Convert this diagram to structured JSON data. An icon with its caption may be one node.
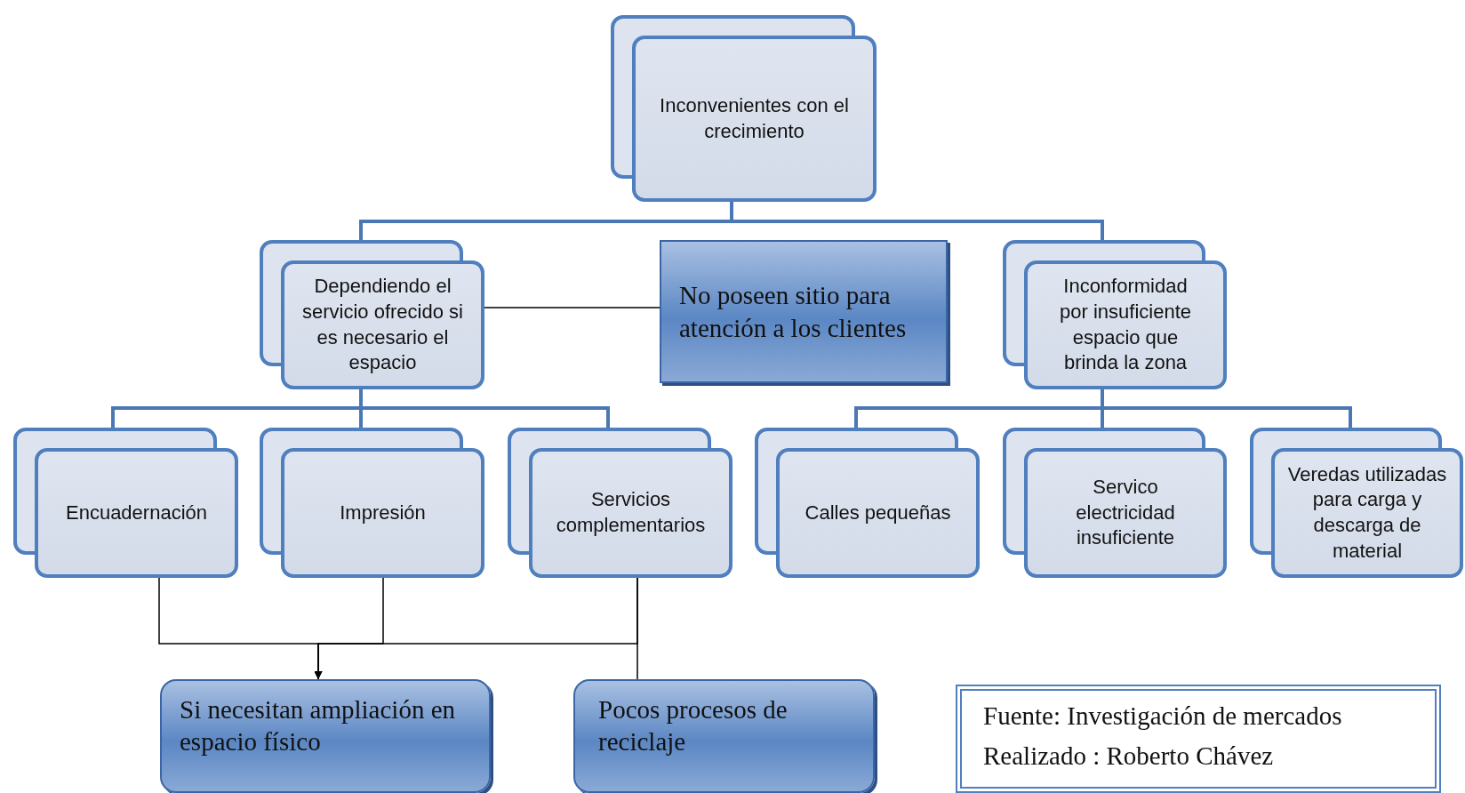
{
  "diagram": {
    "nodes": [
      {
        "text": [
          "Inconvenientes con el crecimiento"
        ]
      },
      {
        "text": [
          "Dependiendo el servicio ofrecido si es necesario el espacio"
        ]
      },
      {
        "text": [
          "No poseen sitio para atención a los clientes"
        ]
      },
      {
        "text": [
          "Inconformidad por insuficiente espacio que brinda la zona"
        ]
      },
      {
        "text": [
          "Encuadernación"
        ]
      },
      {
        "text": [
          "Impresión"
        ]
      },
      {
        "text": [
          "Servicios complementarios"
        ]
      },
      {
        "text": [
          "Calles  pequeñas"
        ]
      },
      {
        "text": [
          "Servico electricidad insuficiente"
        ]
      },
      {
        "text": [
          "Veredas utilizadas para carga y descarga de material"
        ]
      },
      {
        "text": [
          "Si necesitan ampliación en espacio  físico"
        ]
      },
      {
        "text": [
          "Pocos  procesos  de reciclaje"
        ]
      },
      {
        "text": [
          "Fuente: Investigación de mercados",
          "Realizado : Roberto Chávez"
        ]
      }
    ],
    "edges": [
      {
        "from": 0,
        "to": 1,
        "arrow": "none"
      },
      {
        "from": 0,
        "to": 3,
        "arrow": "none"
      },
      {
        "from": 1,
        "to": 2,
        "arrow": "none",
        "color": "#000000"
      },
      {
        "from": 1,
        "to": 4,
        "arrow": "none"
      },
      {
        "from": 1,
        "to": 5,
        "arrow": "none"
      },
      {
        "from": 1,
        "to": 6,
        "arrow": "none"
      },
      {
        "from": 3,
        "to": 7,
        "arrow": "none"
      },
      {
        "from": 3,
        "to": 8,
        "arrow": "none"
      },
      {
        "from": 3,
        "to": 9,
        "arrow": "none"
      },
      {
        "from": 4,
        "to": 10,
        "arrow": "to",
        "color": "#000000"
      },
      {
        "from": 5,
        "to": 10,
        "arrow": "to",
        "color": "#000000"
      },
      {
        "from": 6,
        "to": 10,
        "arrow": "to",
        "color": "#000000"
      },
      {
        "from": 6,
        "to": 11,
        "arrow": "none",
        "color": "#000000"
      }
    ]
  }
}
